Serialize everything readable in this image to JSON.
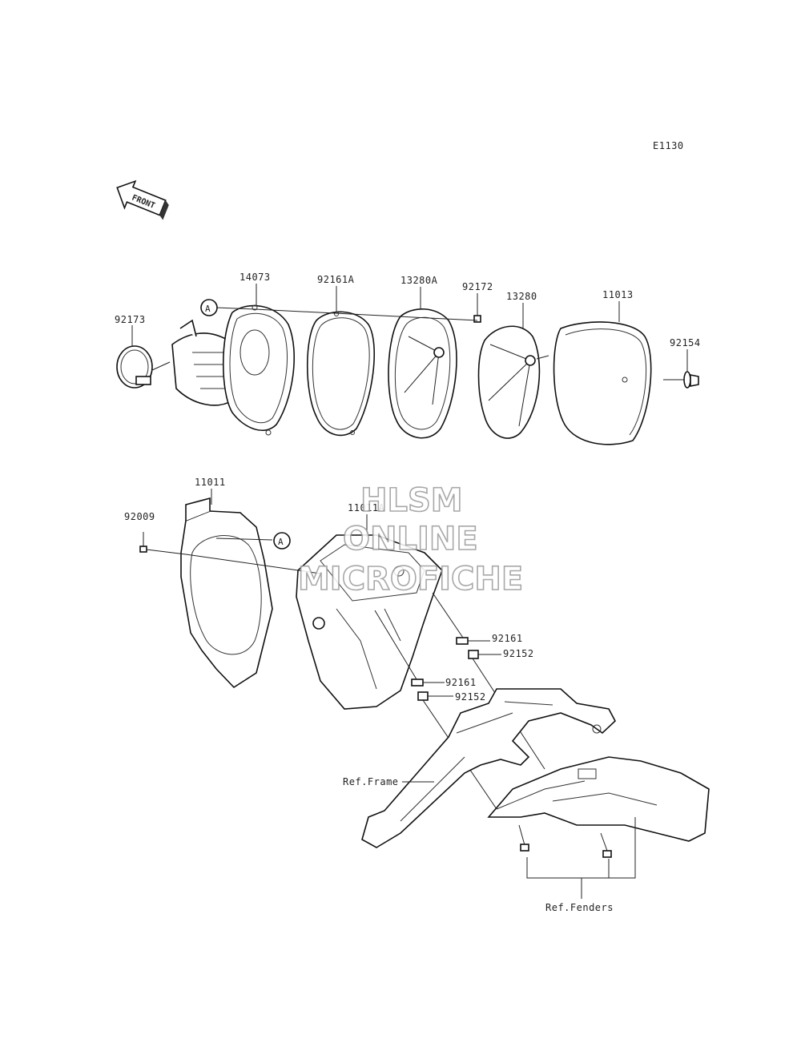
{
  "diagram_code": "E1130",
  "front_arrow": "FRONT",
  "ref_marker": "A",
  "watermark": [
    "HLSM",
    "ONLINE",
    "MICROFICHE"
  ],
  "parts": {
    "p14073": "14073",
    "p92161A": "92161A",
    "p13280A": "13280A",
    "p92172": "92172",
    "p13280": "13280",
    "p11013": "11013",
    "p92173": "92173",
    "p92154": "92154",
    "p11011": "11011",
    "p92009": "92009",
    "p11011A": "11011A",
    "p92161_a": "92161",
    "p92152_a": "92152",
    "p92161_b": "92161",
    "p92152_b": "92152"
  },
  "refs": {
    "frame": "Ref.Frame",
    "fenders": "Ref.Fenders"
  }
}
